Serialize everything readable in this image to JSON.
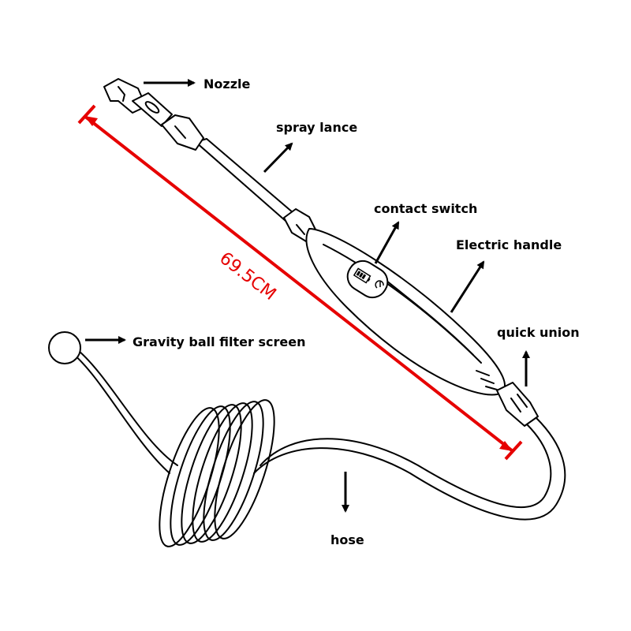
{
  "labels": {
    "nozzle": "Nozzle",
    "spray_lance": "spray lance",
    "contact_switch": "contact switch",
    "electric_handle": "Electric handle",
    "quick_union": "quick union",
    "gravity_ball": "Gravity ball filter screen",
    "hose": "hose"
  },
  "measurement": {
    "length": "69.5CM",
    "color": "#e60000"
  }
}
